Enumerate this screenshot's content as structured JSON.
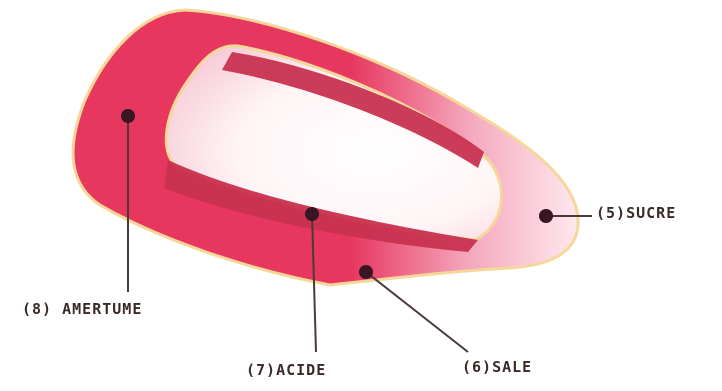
{
  "diagram": {
    "colors": {
      "outer_red": "#e8375f",
      "inner_red": "#c8324f",
      "light_pink": "#ffd8e3",
      "outline": "#f6d79a",
      "dot": "#3a1522",
      "line": "#4a3a3a"
    },
    "labels": {
      "bitter": "(8) AMERTUME",
      "acid": "(7)ACIDE",
      "salt": "(6)SALE",
      "sweet": "(5)SUCRE"
    }
  }
}
